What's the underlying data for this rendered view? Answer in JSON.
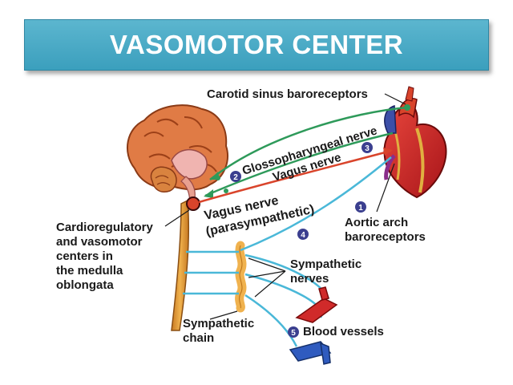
{
  "title": "VASOMOTOR CENTER",
  "labels": {
    "carotid": "Carotid sinus baroreceptors",
    "glosso": "Glossopharyngeal nerve",
    "vagus_upper": "Vagus nerve",
    "vagus_lower_1": "Vagus nerve",
    "vagus_lower_2": "(parasympathetic)",
    "cardio_1": "Cardioregulatory",
    "cardio_2": "and vasomotor",
    "cardio_3": "centers in",
    "cardio_4": "the medulla",
    "cardio_5": "oblongata",
    "aortic_1": "Aortic arch",
    "aortic_2": "baroreceptors",
    "symp_nerves_1": "Sympathetic",
    "symp_nerves_2": "nerves",
    "symp_chain_1": "Sympathetic",
    "symp_chain_2": "chain",
    "blood_vessels": "Blood vessels"
  },
  "steps": [
    "1",
    "2",
    "3",
    "4",
    "5"
  ],
  "colors": {
    "banner": "#3b9fbd",
    "glossopharyngeal_nerve": "#2e9a5a",
    "vagus_sensory": "#2e9a5a",
    "vagus_parasympathetic": "#d9442b",
    "sympathetic": "#4ab8d8",
    "badge": "#3b3f8f"
  }
}
